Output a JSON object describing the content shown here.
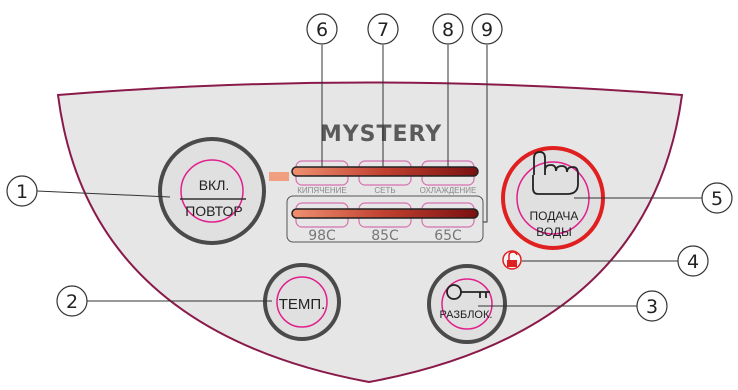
{
  "brand": "MYSTERY",
  "buttons": {
    "power_line1": "ВКЛ.",
    "power_line2": "ПОВТОР",
    "temp": "ТЕМП.",
    "unlock": "РАЗБЛОК.",
    "water_line1": "ПОДАЧА",
    "water_line2": "ВОДЫ"
  },
  "indicators": {
    "boil": "КИПЯЧЕНИЕ",
    "network": "СЕТЬ",
    "cooling": "ОХЛАЖДЕНИЕ"
  },
  "temperatures": [
    "98C",
    "85C",
    "65C"
  ],
  "callouts": [
    "1",
    "2",
    "3",
    "4",
    "5",
    "6",
    "7",
    "8",
    "9"
  ],
  "colors": {
    "panel": "#e6e6e6",
    "panel_border": "#8a1a4a",
    "button_ring": "#4a4a4a",
    "accent_pink": "#e0208c",
    "water_ring": "#e02020",
    "lock_red": "#e02020"
  }
}
